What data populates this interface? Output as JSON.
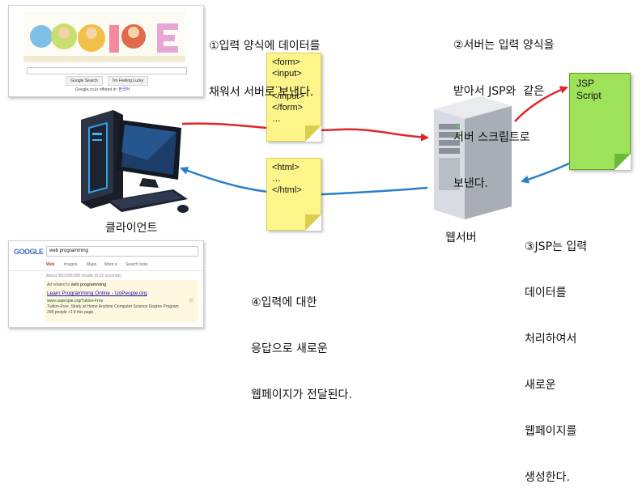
{
  "step1": {
    "line1": "①입력 양식에 데이터를",
    "line2": "채워서 서버로 보낸다."
  },
  "step2": {
    "line1": "②서버는 입력 양식을",
    "line2": "받아서 JSP와  같은",
    "line3": "서버 스크립트로",
    "line4": "보낸다."
  },
  "step3": {
    "line1": "③JSP는 입력",
    "line2": "데이터를",
    "line3": "처리하여서",
    "line4": "새로운",
    "line5": "웹페이지를",
    "line6": "생성한다."
  },
  "step4": {
    "line1": "④입력에 대한",
    "line2": "응답으로 새로운",
    "line3": "웹페이지가 전달된다."
  },
  "form_note": {
    "lines": [
      "<form>",
      "<input>",
      "…",
      "</input>",
      "</form>",
      "…"
    ]
  },
  "html_note": {
    "lines": [
      "<html>",
      "…",
      "</html>"
    ]
  },
  "jsp_note": {
    "line1": "JSP",
    "line2": "Script"
  },
  "client_label": "클라이언트",
  "server_label": "웹서버",
  "google_home": {
    "search_button": "Google Search",
    "lucky_button": "I'm Feeling Lucky",
    "offered_text": "Google.co.kr offered in:",
    "offered_lang": "한국어"
  },
  "google_results": {
    "logo": "GOOGLE",
    "query": "web programming",
    "tabs": [
      "Web",
      "Images",
      "Maps",
      "More ▾",
      "Search tools"
    ],
    "stats": "About 300,000,000 results (0.32 seconds)",
    "ad_notice": "Ad related to",
    "ad_query": "web programming",
    "result_title": "Learn Programming Online - UoPeople.org",
    "result_url": "www.uopeople.org/Tuition-Free",
    "result_desc": "Tuition-Free. Study at Home Anytime Computer Science Degree Program",
    "result_plus": "298 people +1'd this page"
  },
  "colors": {
    "request_arrow": "#e0262a",
    "response_arrow": "#2a7fc9",
    "note_yellow": "#fdf58a",
    "jsp_green": "#9ee25a"
  }
}
